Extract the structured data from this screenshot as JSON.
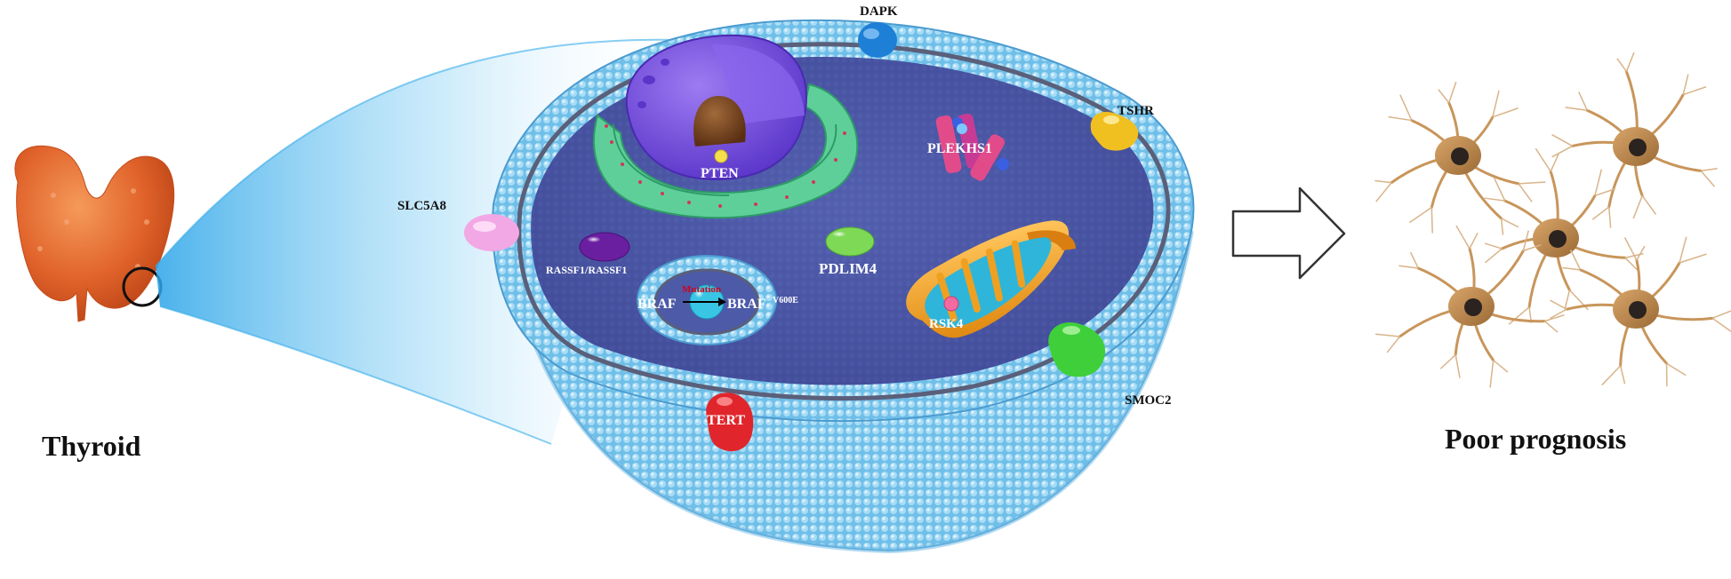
{
  "labels": {
    "thyroid": "Thyroid",
    "poor_prognosis": "Poor prognosis",
    "dapk": "DAPK",
    "tshr": "TSHR",
    "slc5a8": "SLC5A8",
    "smoc2": "SMOC2",
    "tert": "TERT",
    "pten": "PTEN",
    "plekhs1": "PLEKHS1",
    "rassf1": "RASSF1/RASSF1",
    "pdlim4": "PDLIM4",
    "rsk4": "RSK4",
    "braf": "BRAF",
    "braf_mut": "BRAF",
    "v600e": "V600E",
    "mutation": "Mutation"
  },
  "colors": {
    "membrane": "#7ec3ea",
    "cytoplasm": "#4d5aa8",
    "nucleus": "#7b4fe0",
    "er": "#5fcf9a",
    "thyroid": "#e9672c",
    "dapk": "#1e7fd6",
    "tshr": "#f0c020",
    "slc5a8": "#f2a8e4",
    "smoc2": "#3ecf3a",
    "tert": "#e0262c",
    "pdlim4": "#7ed957",
    "rassf1": "#6a1fa0",
    "mitochondria": "#f5a623"
  }
}
